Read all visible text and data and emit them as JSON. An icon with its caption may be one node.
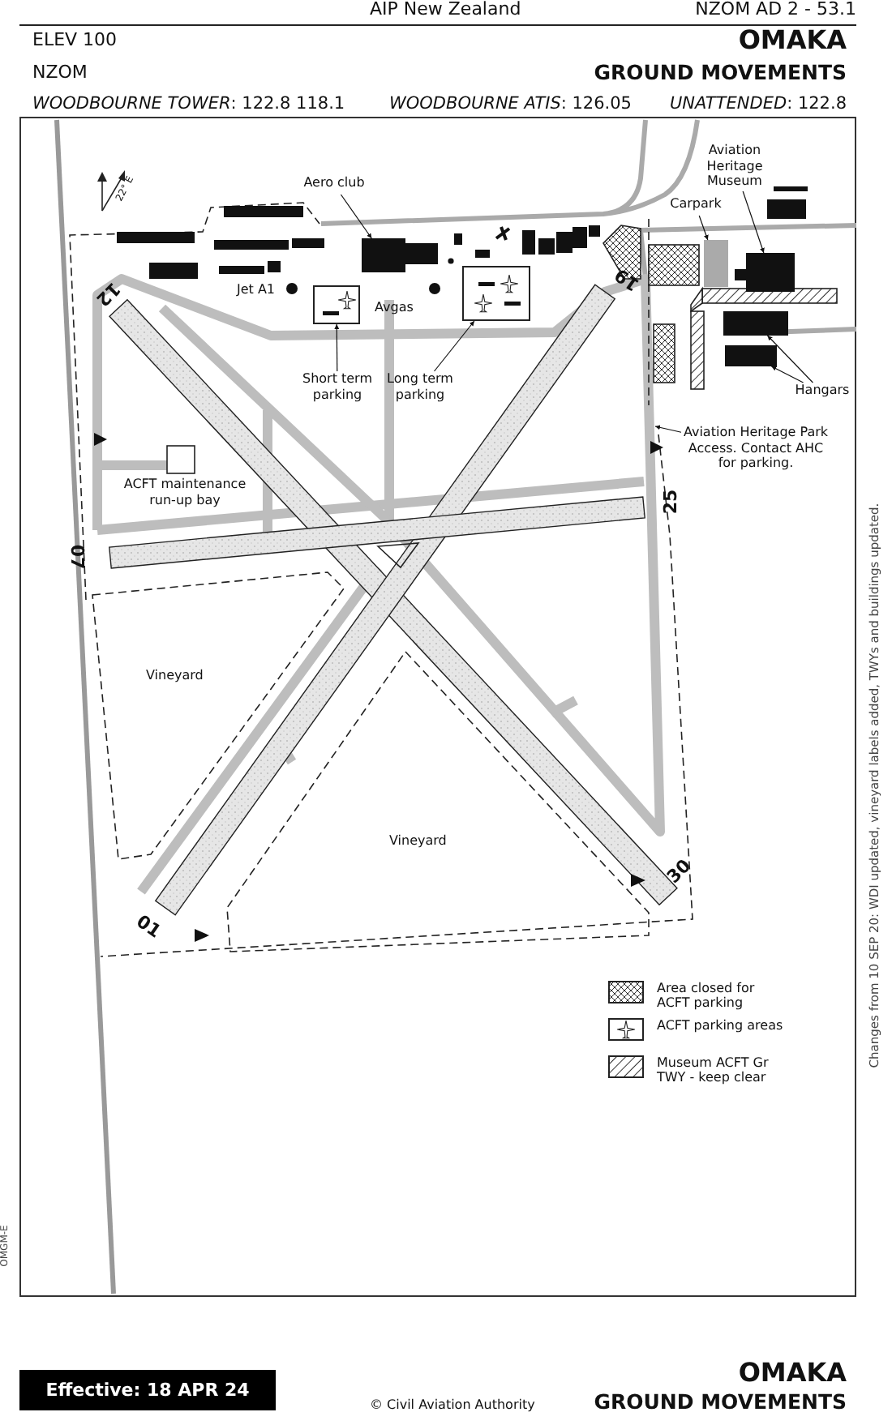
{
  "diagram": {
    "nodes": [
      {
        "text": [
          "Aero club"
        ]
      },
      {
        "text": [],
        "shape": "box"
      },
      {
        "text": [
          "Short term parking"
        ]
      },
      {
        "text": [],
        "shape": "box"
      },
      {
        "text": [
          "Long term parking"
        ]
      },
      {
        "text": [],
        "shape": "box"
      },
      {
        "text": [
          "Aviation Heritage Museum"
        ]
      },
      {
        "text": [],
        "shape": "box"
      },
      {
        "text": [
          "Carpark"
        ]
      },
      {
        "text": [],
        "shape": "box"
      },
      {
        "text": [
          "Hangars"
        ]
      },
      {
        "text": [],
        "shape": "box"
      },
      {
        "text": [],
        "shape": "box"
      },
      {
        "text": [
          "Aviation Heritage Park Access. Contact AHC for parking."
        ]
      }
    ],
    "edges": [
      {
        "from": 0,
        "to": 1,
        "arrow": "to"
      },
      {
        "from": 2,
        "to": 3,
        "arrow": "to"
      },
      {
        "from": 4,
        "to": 5,
        "arrow": "to"
      },
      {
        "from": 6,
        "to": 7,
        "arrow": "to"
      },
      {
        "from": 8,
        "to": 9,
        "arrow": "to"
      },
      {
        "from": 10,
        "to": 11,
        "arrow": "to"
      },
      {
        "from": 10,
        "to": 12,
        "arrow": "to"
      },
      {
        "from": 13,
        "to": null,
        "arrow": "to"
      }
    ],
    "labels": [
      "AIP New Zealand",
      "NZOM AD 2 - 53.1",
      "ELEV 100",
      "OMAKA",
      "NZOM",
      "GROUND MOVEMENTS",
      "*WOODBOURNE TOWER*: 122.8  118.1",
      "*WOODBOURNE ATIS*: 126.05",
      "*UNATTENDED*: 122.8",
      "22° E",
      "Jet A1",
      "Avgas",
      "12",
      "19",
      "ACFT maintenance run-up bay",
      "25",
      "07",
      "Vineyard",
      "Vineyard",
      "01",
      "30",
      "Changes from 10 SEP 20: WDI updated, vineyard labels added, TWYs and buildings updated.",
      "OMGM-E",
      "Effective: 18 APR 24",
      "© Civil Aviation Authority",
      "OMAKA",
      "GROUND MOVEMENTS"
    ],
    "legend": [
      {
        "text": "Area closed for ACFT parking"
      },
      {
        "text": "ACFT parking areas"
      },
      {
        "text": "Museum ACFT Gr TWY - keep clear"
      }
    ]
  }
}
